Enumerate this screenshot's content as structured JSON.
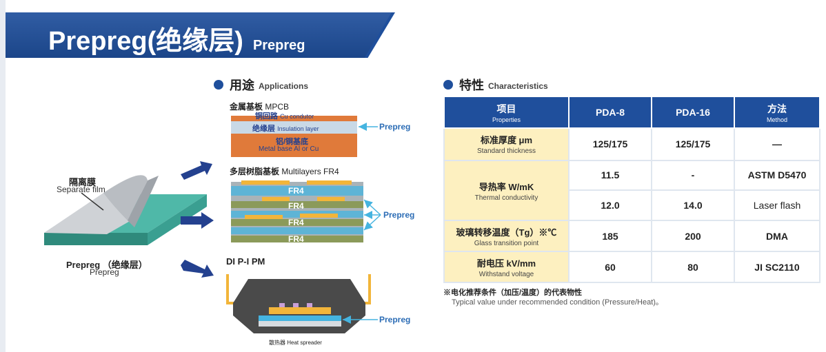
{
  "header": {
    "title": "Prepreg(绝缘层)",
    "subtitle": "Prepreg"
  },
  "applications": {
    "heading_zh": "用途",
    "heading_en": "Applications",
    "film": {
      "label_zh": "隔离膜",
      "label_en": "Separate film",
      "product_zh": "Prepreg （绝缘层）",
      "product_en": "Prepreg"
    },
    "mpcb": {
      "title_zh": "金属基板",
      "title_en": "MPCB",
      "cu_zh": "铜回路",
      "cu_en": "Cu condutor",
      "ins_zh": "绝缘层",
      "ins_en": "Insulation layer",
      "base_zh": "铝/铜基底",
      "base_en": "Metal base   Al or Cu",
      "callout": "Prepreg"
    },
    "multilayer": {
      "title_zh": "多层树脂基板",
      "title_en": "Multilayers FR4",
      "layer": "FR4",
      "callout": "Prepreg"
    },
    "dipipm": {
      "title": "DI P-I PM",
      "spreader_zh": "散热器",
      "spreader_en": "Heat spreader",
      "callout": "Prepreg"
    }
  },
  "characteristics": {
    "heading_zh": "特性",
    "heading_en": "Characteristics",
    "columns": [
      {
        "zh": "项目",
        "en": "Properties"
      },
      {
        "label": "PDA-8"
      },
      {
        "label": "PDA-16"
      },
      {
        "zh": "方法",
        "en": "Method"
      }
    ],
    "rows": [
      {
        "zh": "标准厚度   μm",
        "en": "Standard thickness",
        "pda8": "125/175",
        "pda16": "125/175",
        "method": "—"
      },
      {
        "zh": "导热率   W/mK",
        "en": "Thermal conductivity",
        "pda8": "11.5",
        "pda16": "-",
        "method": "ASTM D5470"
      },
      {
        "pda8": "12.0",
        "pda16": "14.0",
        "method": "Laser flash"
      },
      {
        "zh": "玻璃转移温度（Tg）※℃",
        "en": "Glass transition point",
        "pda8": "185",
        "pda16": "200",
        "method": "DMA"
      },
      {
        "zh": "耐电压   kV/mm",
        "en": "Withstand voltage",
        "pda8": "60",
        "pda16": "80",
        "method": "JI SC2110"
      }
    ],
    "note_zh": "※电化推荐条件（加压/温度）的代表物性",
    "note_en": "Typical value under recommended condition (Pressure/Heat)。"
  },
  "colors": {
    "brand_blue": "#1f4f9c",
    "copper": "#e07a3a",
    "prepreg_cyan": "#45b4e0",
    "fr4_green": "#8b9a5a",
    "gold": "#f2b53a"
  }
}
